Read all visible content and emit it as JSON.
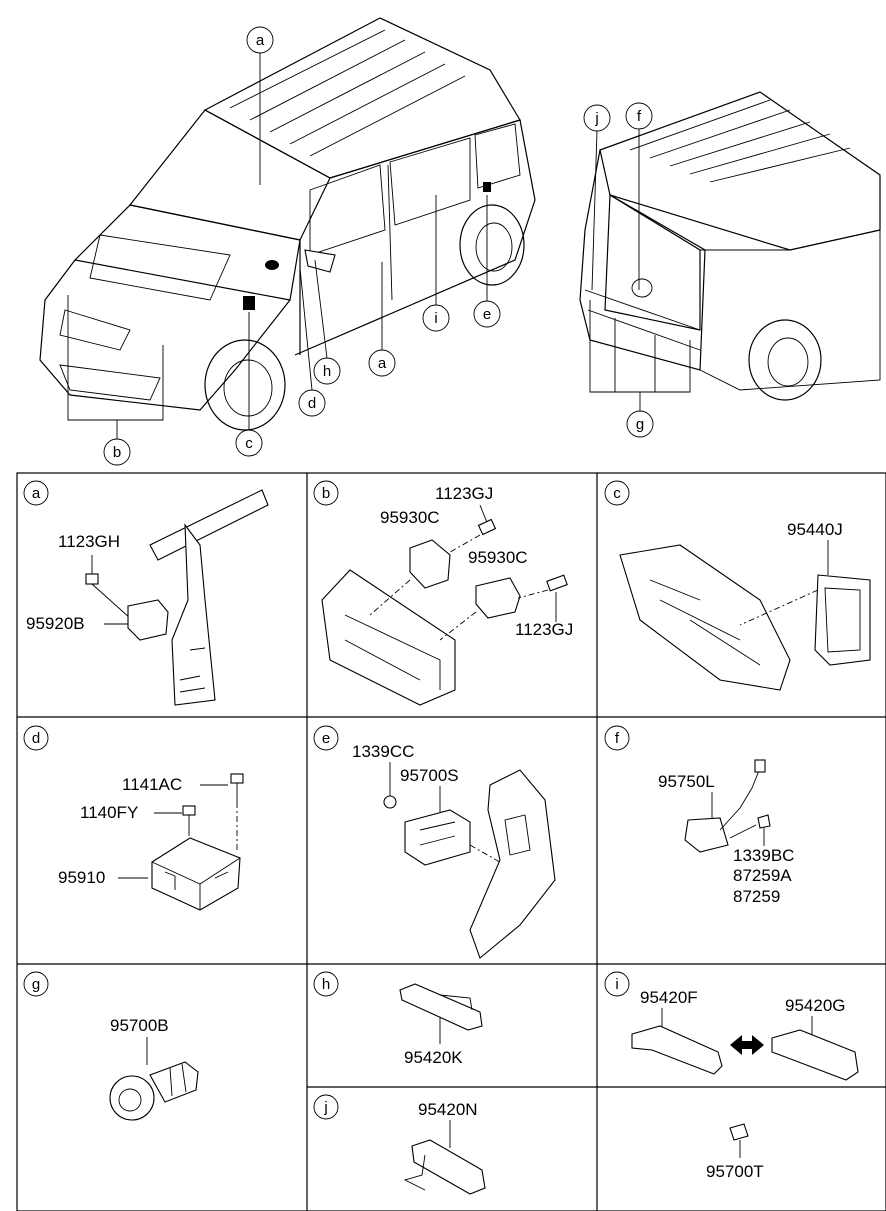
{
  "overview": {
    "front_callouts": [
      "a",
      "a",
      "b",
      "c",
      "d",
      "h",
      "i",
      "e"
    ],
    "rear_callouts": [
      "j",
      "f",
      "g"
    ]
  },
  "panels": {
    "a": {
      "letter": "a",
      "parts": [
        "1123GH",
        "95920B"
      ]
    },
    "b": {
      "letter": "b",
      "parts": [
        "1123GJ",
        "95930C",
        "95930C",
        "1123GJ"
      ]
    },
    "c": {
      "letter": "c",
      "parts": [
        "95440J"
      ]
    },
    "d": {
      "letter": "d",
      "parts": [
        "1141AC",
        "1140FY",
        "95910"
      ]
    },
    "e": {
      "letter": "e",
      "parts": [
        "1339CC",
        "95700S"
      ]
    },
    "f": {
      "letter": "f",
      "parts": [
        "95750L",
        "1339BC",
        "87259A",
        "87259"
      ]
    },
    "g": {
      "letter": "g",
      "parts": [
        "95700B"
      ]
    },
    "h": {
      "letter": "h",
      "parts": [
        "95420K"
      ]
    },
    "i": {
      "letter": "i",
      "parts": [
        "95420F",
        "95420G"
      ]
    },
    "j": {
      "letter": "j",
      "parts": [
        "95420N"
      ]
    },
    "k": {
      "parts": [
        "95700T"
      ]
    }
  }
}
